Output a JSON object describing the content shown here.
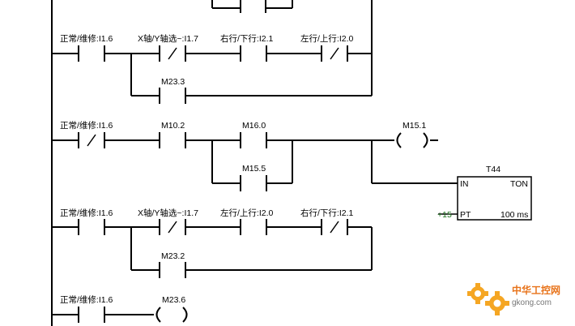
{
  "networks": [
    {
      "contacts": [
        {
          "id": "n1-c1",
          "label": "正常/维修:I1.6",
          "negated": false
        },
        {
          "id": "n1-c2",
          "label": "X轴/Y轴选~:I1.7",
          "negated": true
        },
        {
          "id": "n1-c3",
          "label": "右行/下行:I2.1",
          "negated": false
        },
        {
          "id": "n1-c4",
          "label": "左行/上行:I2.0",
          "negated": true
        },
        {
          "id": "n1-c5",
          "label": "M23.3",
          "negated": false
        }
      ]
    },
    {
      "contacts": [
        {
          "id": "n2-c1",
          "label": "正常/维修:I1.6",
          "negated": true
        },
        {
          "id": "n2-c2",
          "label": "M10.2",
          "negated": false
        },
        {
          "id": "n2-c3",
          "label": "M16.0",
          "negated": false
        },
        {
          "id": "n2-c4",
          "label": "M15.5",
          "negated": false
        }
      ],
      "coil": {
        "label": "M15.1"
      },
      "timer": {
        "name": "T44",
        "type": "TON",
        "in_label": "IN",
        "pt_label": "PT",
        "preset": "+15",
        "resolution": "100 ms"
      }
    },
    {
      "contacts": [
        {
          "id": "n3-c1",
          "label": "正常/维修:I1.6",
          "negated": false
        },
        {
          "id": "n3-c2",
          "label": "X轴/Y轴选~:I1.7",
          "negated": true
        },
        {
          "id": "n3-c3",
          "label": "左行/上行:I2.0",
          "negated": false
        },
        {
          "id": "n3-c4",
          "label": "右行/下行:I2.1",
          "negated": true
        },
        {
          "id": "n3-c5",
          "label": "M23.2",
          "negated": false
        }
      ]
    },
    {
      "contacts": [
        {
          "id": "n4-c1",
          "label": "正常/维修:I1.6",
          "negated": false
        }
      ],
      "coil": {
        "label": "M23.6"
      }
    }
  ],
  "watermark": {
    "brand": "中华工控网",
    "url": "gkong.com"
  }
}
